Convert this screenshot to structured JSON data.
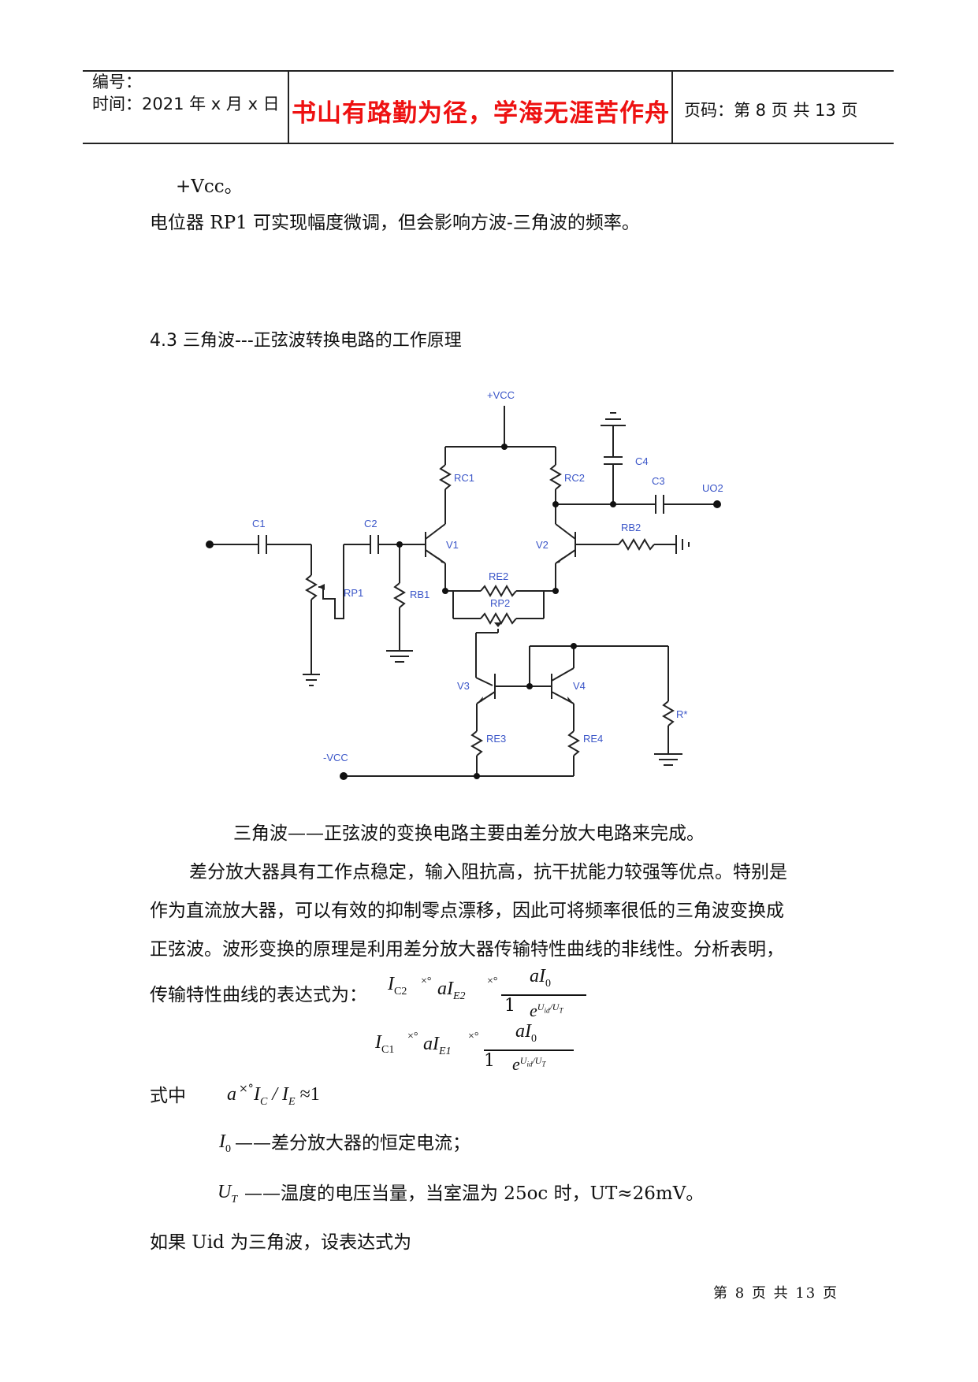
{
  "header": {
    "number_label": "编号：",
    "time_label": "时间：2021 年 x 月 x 日",
    "motto": "书山有路勤为径，学海无涯苦作舟",
    "page_info": "页码：第 8 页  共 13 页"
  },
  "body": {
    "line1": "+Vcc。",
    "line2": "电位器 RP1 可实现幅度微调，但会影响方波-三角波的频率。",
    "section_title": "4.3  三角波---正弦波转换电路的工作原理",
    "para1": "三角波——正弦波的变换电路主要由差分放大电路来完成。",
    "para2_l1": "差分放大器具有工作点稳定，输入阻抗高，抗干扰能力较强等优点。特别是",
    "para2_l2": "作为直流放大器，可以有效的抑制零点漂移，因此可将频率很低的三角波变换成",
    "para2_l3": "正弦波。波形变换的原理是利用差分放大器传输特性曲线的非线性。分析表明，",
    "para2_l4": "传输特性曲线的表达式为：",
    "formula_where": "式中",
    "def_i0": "——差分放大器的恒定电流；",
    "def_ut": "——温度的电压当量，当室温为 25oc 时，UT≈26mV。",
    "last_line": "如果 Uid 为三角波，设表达式为"
  },
  "formulas": {
    "ic2_lhs": "I",
    "ic2_sub": "C2",
    "ae2": "aI",
    "ae2_sub": "E2",
    "num": "aI",
    "num_sub": "0",
    "den_one": "1",
    "den_e": "e",
    "exp_ic2": "U",
    "exp_sub": "id",
    "exp_ut": "/U",
    "exp_ut_sub": "T",
    "ic1_sub": "C1",
    "ae1_sub": "E1",
    "sym": "×°",
    "where_a": "a",
    "where_expr": "I",
    "where_c": "C",
    "where_slash": "/ I",
    "where_e": "E",
    "where_approx": "≈1",
    "i0": "I",
    "i0_sub": "0",
    "ut": "U",
    "ut_sub": "T"
  },
  "circuit": {
    "labels": {
      "vcc_pos": "+VCC",
      "vcc_neg": "-VCC",
      "c1": "C1",
      "c2": "C2",
      "c3": "C3",
      "c4": "C4",
      "rc1": "RC1",
      "rc2": "RC2",
      "rp1": "RP1",
      "rb1": "RB1",
      "rb2": "RB2",
      "re2": "RE2",
      "rp2": "RP2",
      "re3": "RE3",
      "re4": "RE4",
      "rstar": "R*",
      "v1": "V1",
      "v2": "V2",
      "v3": "V3",
      "v4": "V4",
      "uo2": "UO2"
    },
    "label_color": "#3b56c8"
  },
  "footer": {
    "text": "第 8 页 共 13 页"
  }
}
